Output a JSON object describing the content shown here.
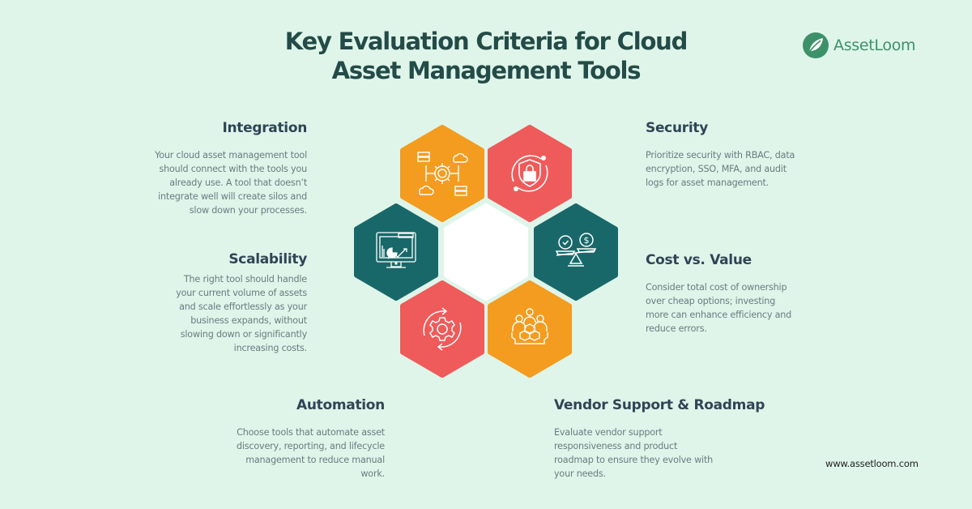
{
  "header": {
    "title_line1": "Key Evaluation Criteria for Cloud",
    "title_line2": "Asset Management Tools"
  },
  "brand": {
    "name": "AssetLoom",
    "logo_icon": "leaf-icon",
    "url": "www.assetloom.com",
    "color": "#3d9169"
  },
  "colors": {
    "background": "#dff5ea",
    "orange": "#f39c1f",
    "red": "#ef5a5a",
    "teal": "#18686a",
    "center": "#ffffff",
    "heading": "#2f4556",
    "body": "#6b7a80"
  },
  "criteria": [
    {
      "id": "integration",
      "title": "Integration",
      "icon": "integration-gear-cloud-icon",
      "color": "orange",
      "lines": [
        "Your cloud asset management tool",
        "should connect with the tools you",
        "already use. A tool that doesn’t",
        "integrate well will create silos and",
        "slow down your processes."
      ]
    },
    {
      "id": "security",
      "title": "Security",
      "icon": "shield-lock-icon",
      "color": "red",
      "lines": [
        "Prioritize security with RBAC, data",
        "encryption, SSO, MFA, and audit",
        "logs for asset management."
      ]
    },
    {
      "id": "scalability",
      "title": "Scalability",
      "icon": "monitor-chart-icon",
      "color": "teal",
      "lines": [
        "The right tool should handle",
        "your current volume of assets",
        "and scale effortlessly as your",
        "business expands, without",
        "slowing down or significantly",
        "increasing costs."
      ]
    },
    {
      "id": "cost",
      "title": "Cost vs. Value",
      "icon": "balance-scale-icon",
      "color": "teal",
      "lines": [
        "Consider total cost of ownership",
        "over cheap options; investing",
        "more can enhance efficiency and",
        "reduce errors."
      ]
    },
    {
      "id": "automation",
      "title": "Automation",
      "icon": "gear-cycle-icon",
      "color": "red",
      "lines": [
        "Choose tools that automate asset",
        "discovery, reporting, and lifecycle",
        "management to reduce manual",
        "work."
      ]
    },
    {
      "id": "vendor",
      "title": "Vendor Support & Roadmap",
      "icon": "team-support-icon",
      "color": "orange",
      "lines": [
        "Evaluate vendor support",
        "responsiveness and product",
        "roadmap to ensure they evolve with",
        "your needs."
      ]
    }
  ]
}
